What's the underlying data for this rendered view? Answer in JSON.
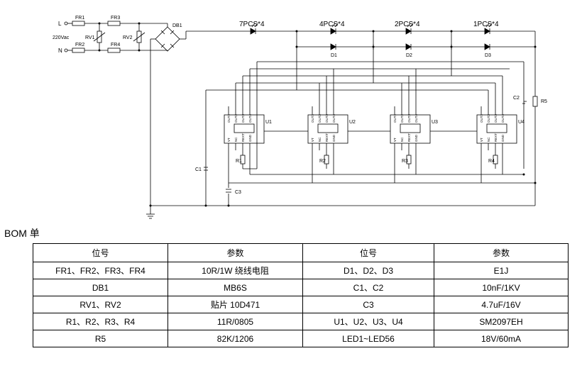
{
  "schematic": {
    "input": {
      "line_label": "L",
      "neutral_label": "N",
      "voltage_label": "220Vac"
    },
    "components": {
      "fr1": "FR1",
      "fr2": "FR2",
      "fr3": "FR3",
      "fr4": "FR4",
      "rv1": "RV1",
      "rv2": "RV2",
      "db1": "DB1",
      "c1": "C1",
      "c2": "C2",
      "c3": "C3",
      "r5": "R5",
      "d1": "D1",
      "d2": "D2",
      "d3": "D3"
    },
    "led_groups": [
      "7PCS*4",
      "4PCS*4",
      "2PCS*4",
      "1PCS*4"
    ],
    "ics": [
      {
        "label": "U1",
        "resistor": "R1"
      },
      {
        "label": "U2",
        "resistor": "R2"
      },
      {
        "label": "U3",
        "resistor": "R3"
      },
      {
        "label": "U4",
        "resistor": "R4"
      }
    ],
    "ic_pins_top": [
      "OUT1",
      "OUT2",
      "OUT3",
      "OUT4"
    ],
    "ic_pins_bottom": [
      "VT",
      "NC",
      "REXT",
      "GND"
    ]
  },
  "bom": {
    "heading": "BOM 单",
    "headers": [
      "位号",
      "参数",
      "位号",
      "参数"
    ],
    "rows": [
      [
        "FR1、FR2、FR3、FR4",
        "10R/1W 绕线电阻",
        "D1、D2、D3",
        "E1J"
      ],
      [
        "DB1",
        "MB6S",
        "C1、C2",
        "10nF/1KV"
      ],
      [
        "RV1、RV2",
        "贴片 10D471",
        "C3",
        "4.7uF/16V"
      ],
      [
        "R1、R2、R3、R4",
        "11R/0805",
        "U1、U2、U3、U4",
        "SM2097EH"
      ],
      [
        "R5",
        "82K/1206",
        "LED1~LED56",
        "18V/60mA"
      ]
    ]
  }
}
